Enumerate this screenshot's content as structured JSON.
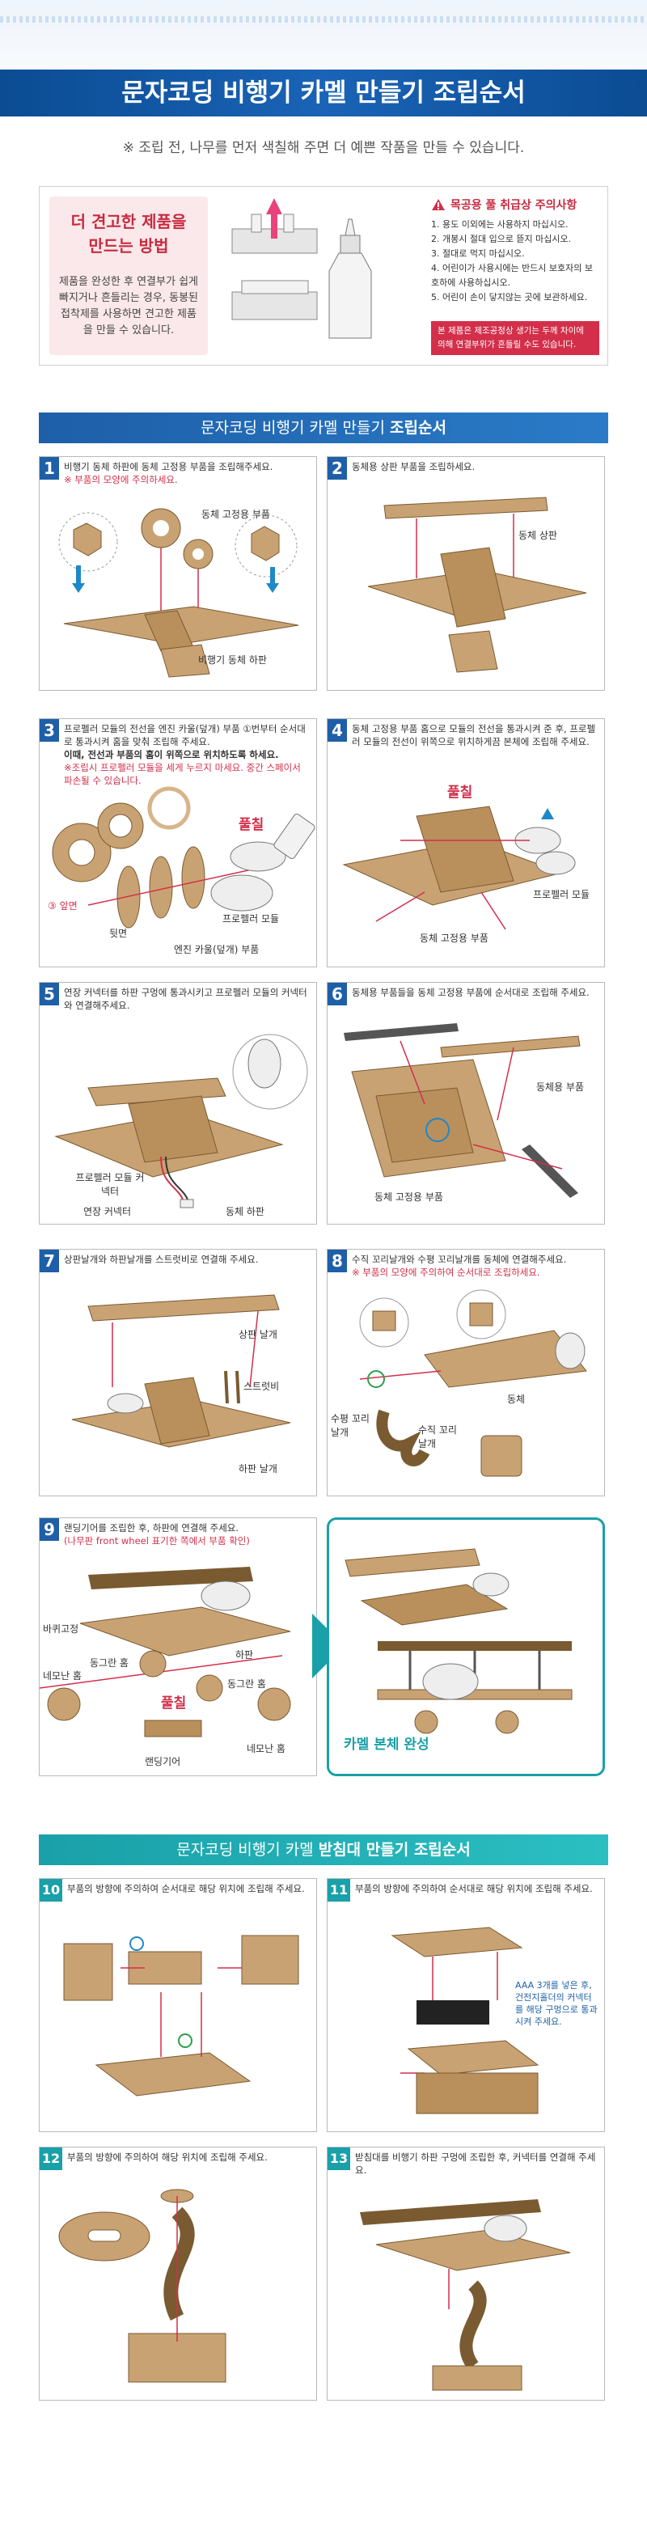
{
  "header": {
    "title": "문자코딩 비행기 카멜 만들기 조립순서",
    "note": "※ 조립 전, 나무를 먼저 색칠해 주면 더 예쁜 작품을 만들 수 있습니다."
  },
  "care": {
    "title_line1": "더 견고한 제품을",
    "title_line2": "만드는 방법",
    "body": "제품을 완성한 후 연결부가 쉽게 빠지거나 흔들리는 경우, 동봉된 접착제를 사용하면 견고한 제품을 만들 수 있습니다.",
    "warn_title": "목공용 풀 취급상 주의사항",
    "warn_items": [
      "1. 용도 이외에는 사용하지 마십시오.",
      "2. 개봉시 절대 입으로 뜯지 마십시오.",
      "3. 절대로 먹지 마십시오.",
      "4. 어린이가 사용시에는 반드시 보호자의 보호하에 사용하십시오.",
      "5. 어린이 손이 닿지않는 곳에 보관하세요."
    ],
    "warn_box": "본 제품은 제조공정상 생기는 두께 차이에 의해 연결부위가 흔들릴 수도 있습니다."
  },
  "section1": {
    "prefix": "문자코딩 비행기 카멜 만들기 ",
    "bold": "조립순서"
  },
  "section2": {
    "prefix": "문자코딩 비행기 카멜 ",
    "bold": "받침대 만들기 조립순서"
  },
  "steps": [
    {
      "num": "1",
      "text": "비행기 동체 하판에 동체 고정용 부품을 조립해주세요.",
      "red": "※ 부품의 모양에 주의하세요.",
      "labels": [
        "동체 고정용 부품",
        "비행기 동체 하판"
      ]
    },
    {
      "num": "2",
      "text": "동체용 상판 부품을 조립하세요.",
      "labels": [
        "동체 상판"
      ]
    },
    {
      "num": "3",
      "text": "프로펠러 모듈의 전선을 엔진 카울(덮개) 부품 ①번부터 순서대로 통과시켜 홈을 맞춰 조립해 주세요.",
      "bold": "이때, 전선과 부품의 홈이 위쪽으로 위치하도록 하세요.",
      "red": "※조립시 프로펠러 모듈을 세게 누르지 마세요. 중간 스페이서 파손될 수 있습니다.",
      "labels": [
        "풀칠",
        "③ 앞면",
        "뒷면",
        "프로펠러 모듈",
        "엔진 카울(덮개) 부품"
      ]
    },
    {
      "num": "4",
      "text": "동체 고정용 부품 홈으로 모듈의 전선을 통과시켜 준 후, 프로펠러 모듈의 전선이 위쪽으로 위치하게끔 본체에 조립해 주세요.",
      "labels": [
        "풀칠",
        "프로펠러 모듈",
        "동체 고정용 부품"
      ]
    },
    {
      "num": "5",
      "text": "연장 커넥터를 하판 구멍에 통과시키고 프로펠러 모듈의 커넥터와 연결해주세요.",
      "labels": [
        "프로펠러 모듈 커넥터",
        "연장 커넥터",
        "동체 하판"
      ]
    },
    {
      "num": "6",
      "text": "동체용 부품들을 동체 고정용 부품에 순서대로 조립해 주세요.",
      "labels": [
        "동체용 부품",
        "동체 고정용 부품"
      ]
    },
    {
      "num": "7",
      "text": "상판날개와 하판날개를 스트럿비로 연결해 주세요.",
      "labels": [
        "상판 날개",
        "스트럿비",
        "하판 날개"
      ]
    },
    {
      "num": "8",
      "text": "수직 꼬리날개와 수평 꼬리날개를 동체에 연결해주세요.",
      "red": "※ 부품의 모양에 주의하여 순서대로 조립하세요.",
      "labels": [
        "동체",
        "수평 꼬리날개",
        "수직 꼬리날개"
      ]
    },
    {
      "num": "9",
      "text": "랜딩기어를 조립한 후, 하판에 연결해 주세요.",
      "red": "(나무판 front wheel 표기한 쪽에서 부품 확인)",
      "labels": [
        "바퀴고정",
        "동그란 홈",
        "풀칠",
        "네모난 홈",
        "하판",
        "동그란 홈",
        "랜딩기어",
        "네모난 홈"
      ]
    },
    {
      "num": "10",
      "text": "부품의 방향에 주의하여 순서대로 해당 위치에 조립해 주세요."
    },
    {
      "num": "11",
      "text": "부품의 방향에 주의하여 순서대로 해당 위치에 조립해 주세요.",
      "labels": [
        "AAA 3개를 넣은 후, 건전지홀더의 커넥터를 해당 구멍으로 통과시켜 주세요."
      ]
    },
    {
      "num": "12",
      "text": "부품의 방향에 주의하여 해당 위치에 조립해 주세요."
    },
    {
      "num": "13",
      "text": "받침대를 비행기 하판 구멍에 조립한 후, 커넥터를 연결해 주세요."
    }
  ],
  "complete": {
    "label": "카멜 본체 완성"
  },
  "colors": {
    "blue": "#1e5fa8",
    "teal": "#1aa0a8",
    "red": "#d32f4a",
    "wood": "#c9a273"
  }
}
